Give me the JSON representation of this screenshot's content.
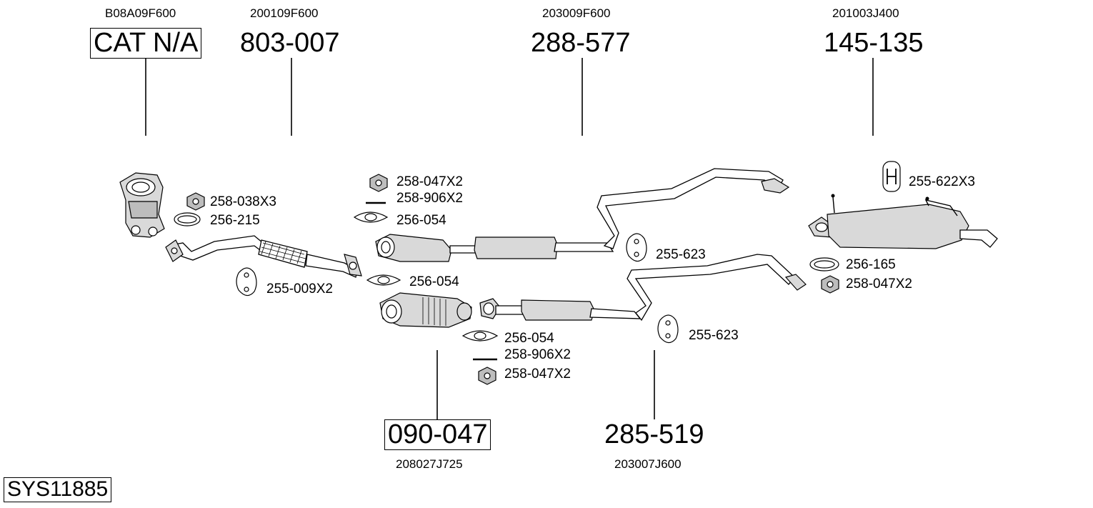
{
  "system_code": "SYS11885",
  "oem_numbers": {
    "cat": "B08A09F600",
    "front_pipe": "200109F600",
    "center_pipe": "203009F600",
    "rear_box": "201003J400",
    "converter": "208027J725",
    "center_pipe_alt": "203007J600"
  },
  "main_parts": {
    "cat": "CAT N/A",
    "front_pipe": "803-007",
    "center_pipe": "288-577",
    "rear_box": "145-135",
    "converter": "090-047",
    "center_pipe_alt": "285-519"
  },
  "fitting_parts": {
    "nut_038": "258-038X3",
    "gasket_215": "256-215",
    "hanger_009": "255-009X2",
    "nut_047_top": "258-047X2",
    "bolt_906_top": "258-906X2",
    "gasket_054_top": "256-054",
    "gasket_054_mid": "256-054",
    "hanger_623_top": "255-623",
    "gasket_054_low": "256-054",
    "bolt_906_low": "258-906X2",
    "nut_047_low": "258-047X2",
    "hanger_623_low": "255-623",
    "rubber_622": "255-622X3",
    "gasket_165": "256-165",
    "nut_047_rear": "258-047X2"
  }
}
